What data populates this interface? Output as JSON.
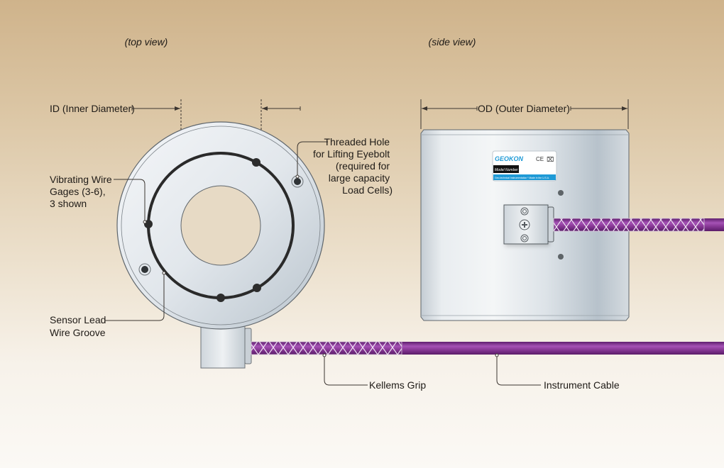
{
  "views": {
    "top_view": "(top view)",
    "side_view": "(side view)"
  },
  "dimensions": {
    "inner_diameter": "ID (Inner Diameter)",
    "outer_diameter": "OD (Outer Diameter)"
  },
  "callouts": {
    "threaded_hole": [
      "Threaded Hole",
      "for Lifting Eyebolt",
      "(required for",
      "large capacity",
      "Load Cells)"
    ],
    "vibrating_wire": [
      "Vibrating Wire",
      "Gages (3-6),",
      "3 shown"
    ],
    "sensor_lead": [
      "Sensor Lead",
      "Wire Groove"
    ],
    "kellems_grip": "Kellems Grip",
    "instrument_cable": "Instrument Cable"
  },
  "nameplate": {
    "brand": "GEOKON",
    "ce_mark": "CE",
    "model_label": "Model Number",
    "footer": "Geo-technical Instrumentation * Made in the U.S.A."
  },
  "colors": {
    "cable": "#8a3a98",
    "cable_light": "#b468c2",
    "metal": "#dfe5ea",
    "label_blue": "#1f9ad6"
  }
}
